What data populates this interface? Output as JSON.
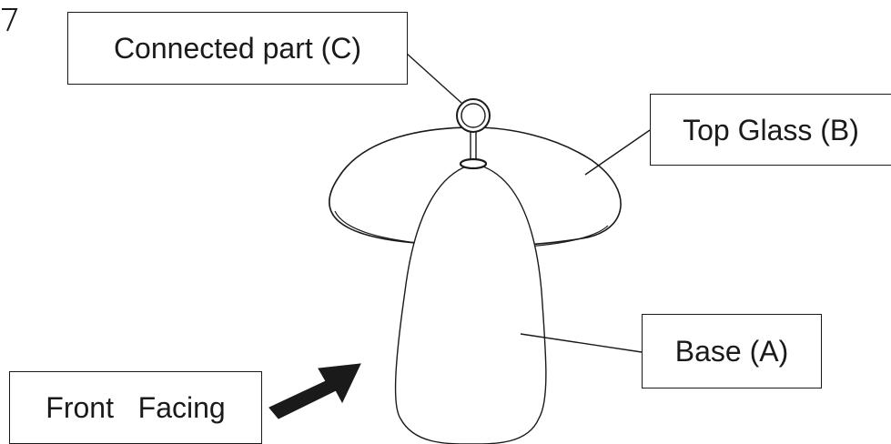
{
  "labels": {
    "connected_part": "Connected part (C)",
    "top_glass": "Top Glass (B)",
    "base": "Base (A)",
    "front_facing": "Front   Facing"
  },
  "colors": {
    "stroke": "#1a1a1a",
    "background": "#ffffff"
  },
  "icons": {
    "direction_arrow": "thick-arrow-right-up"
  }
}
